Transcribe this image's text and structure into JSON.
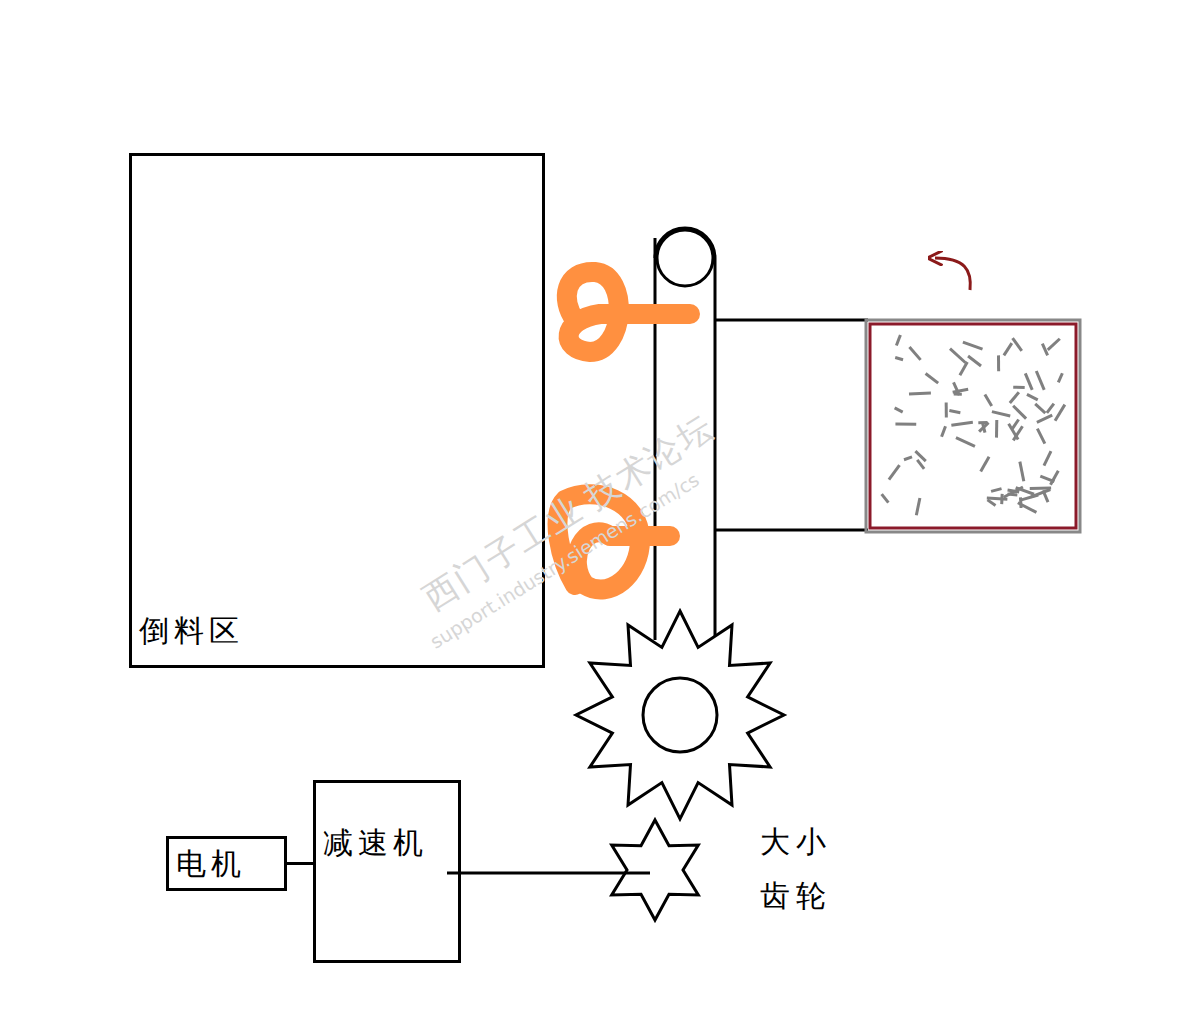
{
  "diagram": {
    "nodes": [
      {
        "text": [
          "倒料区"
        ]
      },
      {
        "text": [
          "电机"
        ]
      },
      {
        "text": [
          "减速机"
        ]
      }
    ],
    "edges": [
      {
        "from": 1,
        "to": 2,
        "arrow": "none"
      }
    ],
    "labels": [
      "大小 齿轮",
      "西门子工业 技术论坛",
      "support.industry.siemens.com/cs"
    ]
  }
}
